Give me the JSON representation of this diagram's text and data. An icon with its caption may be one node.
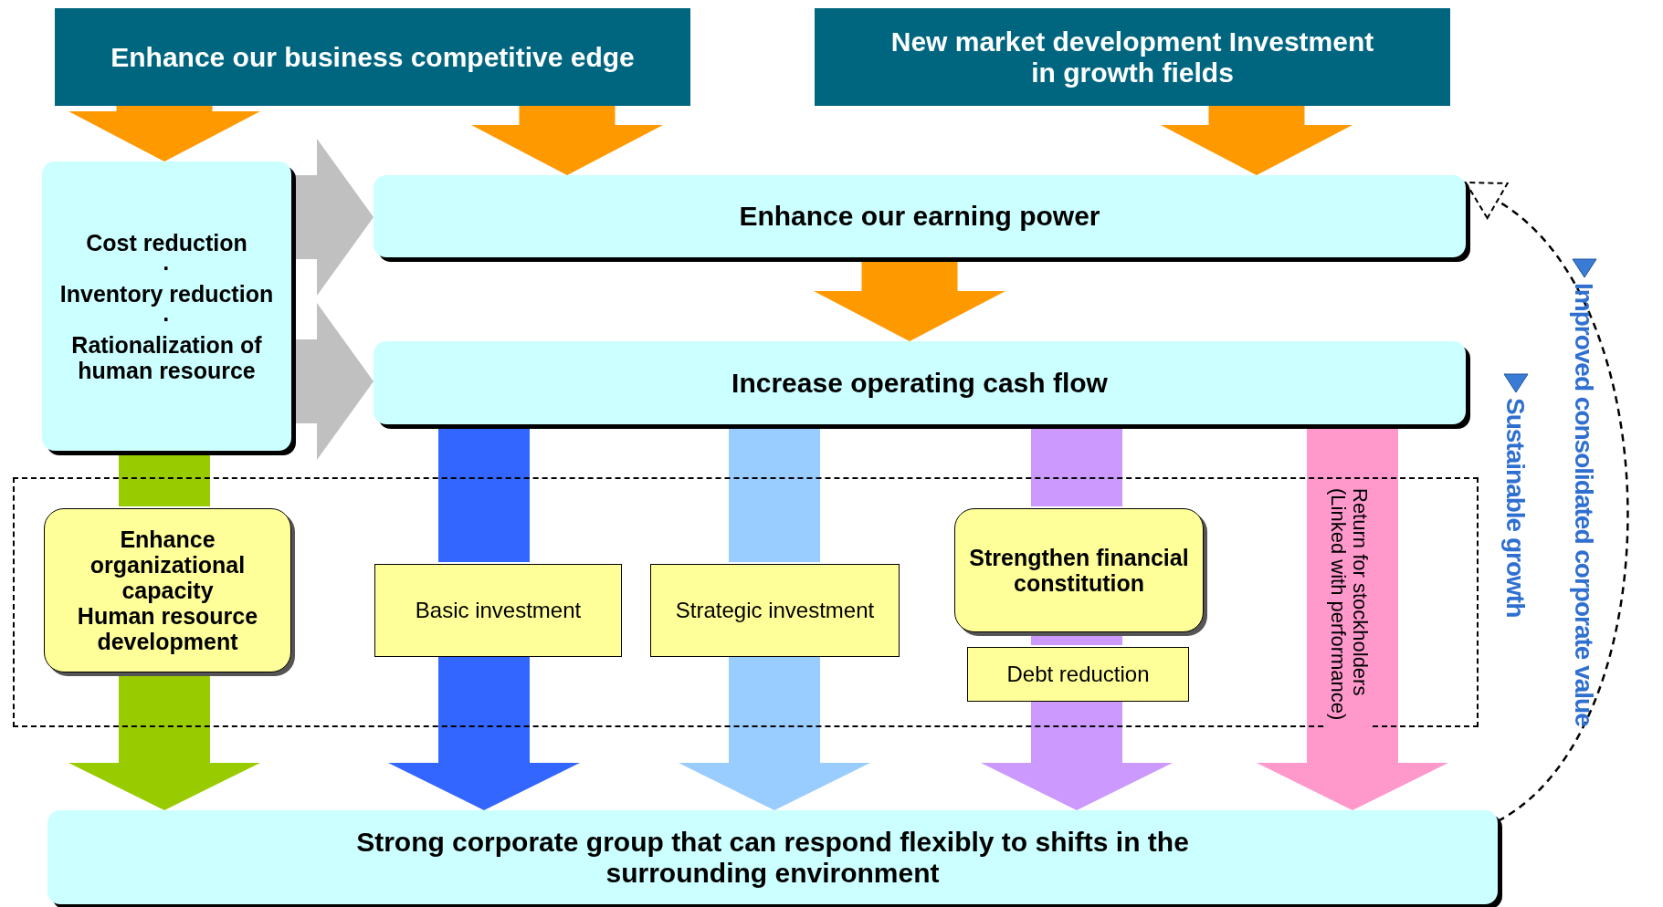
{
  "diagram": {
    "nodes": [
      {
        "text": [
          "Enhance our business competitive edge"
        ]
      },
      {
        "text": [
          "New market development Investment in growth fields"
        ]
      },
      {
        "text": [
          "Cost reduction",
          "·",
          "Inventory reduction",
          "·",
          "Rationalization of human resource"
        ]
      },
      {
        "text": [
          "Enhance our earning power"
        ]
      },
      {
        "text": [
          "Increase operating cash flow"
        ]
      },
      {
        "text": [],
        "shape": "box"
      },
      {
        "text": [
          "Enhance organizational capacity",
          "Human resource development"
        ],
        "in": 5
      },
      {
        "text": [
          "Basic investment"
        ],
        "in": 5
      },
      {
        "text": [
          "Strategic investment"
        ],
        "in": 5
      },
      {
        "text": [
          "Strengthen financial constitution"
        ],
        "in": 5
      },
      {
        "text": [
          "Debt reduction"
        ],
        "in": 5
      },
      {
        "text": [
          "Strong corporate group that can respond flexibly to shifts in the surrounding environment"
        ]
      }
    ],
    "edges": [
      {
        "from": 0,
        "to": 2,
        "arrow": "to"
      },
      {
        "from": 0,
        "to": 3,
        "arrow": "to"
      },
      {
        "from": 1,
        "to": 3,
        "arrow": "to"
      },
      {
        "from": 3,
        "to": 4,
        "arrow": "to"
      },
      {
        "from": 2,
        "to": 3,
        "arrow": "to",
        "color": "#c0c0c0"
      },
      {
        "from": 2,
        "to": 4,
        "arrow": "to",
        "color": "#c0c0c0"
      },
      {
        "from": 2,
        "to": 6,
        "arrow": "none",
        "color": "#99cc00"
      },
      {
        "from": 6,
        "to": 11,
        "arrow": "to",
        "color": "#99cc00"
      },
      {
        "from": 4,
        "to": 7,
        "arrow": "none",
        "color": "#3366ff"
      },
      {
        "from": 7,
        "to": 11,
        "arrow": "to",
        "color": "#3366ff"
      },
      {
        "from": 4,
        "to": 8,
        "arrow": "none",
        "color": "#99ccff"
      },
      {
        "from": 8,
        "to": 11,
        "arrow": "to",
        "color": "#99ccff"
      },
      {
        "from": 4,
        "to": 9,
        "arrow": "none",
        "color": "#cc99ff"
      },
      {
        "from": 9,
        "to": 10,
        "arrow": "none",
        "color": "#cc99ff"
      },
      {
        "from": 10,
        "to": 11,
        "arrow": "to",
        "color": "#cc99ff"
      },
      {
        "from": 4,
        "to": 11,
        "arrow": "to",
        "color": "#ff99cc",
        "label": "Return for stockholders (Linked with performance)"
      },
      {
        "from": 11,
        "to": 3,
        "arrow": "to",
        "style": "dashed",
        "color": "#000000"
      }
    ],
    "labels": [
      "Improved consolidated corporate value",
      "Sustainable growth"
    ]
  }
}
